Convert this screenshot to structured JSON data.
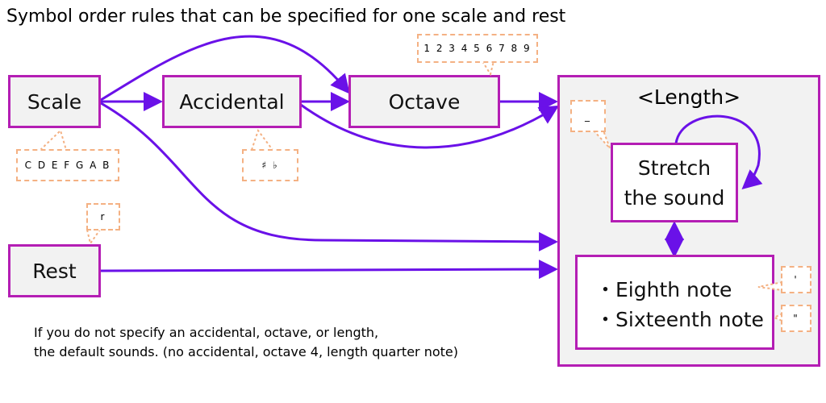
{
  "title": "Symbol order rules that can be specified for one scale and rest",
  "nodes": {
    "scale": "Scale",
    "accidental": "Accidental",
    "octave": "Octave",
    "rest": "Rest",
    "length": "<Length>",
    "stretch_line1": "Stretch",
    "stretch_line2": "the sound",
    "eighth": "・Eighth note",
    "sixteenth": "・Sixteenth note"
  },
  "callouts": {
    "octave_digits": "1 2 3 4 5 6 7 8 9",
    "scale_letters": "C D E F G A B",
    "accidental_symbols": "♯ ♭",
    "rest_symbol": "r",
    "stretch_symbol": "_",
    "eighth_symbol": "'",
    "sixteenth_symbol": "\""
  },
  "footnote": {
    "line1": "If you do not specify an accidental, octave, or length,",
    "line2": "the default sounds. (no accidental, octave 4, length quarter note)"
  },
  "colors": {
    "arrow": "#6a11e8",
    "box_border": "#b41eb4",
    "box_fill": "#f2f2f2",
    "callout_border": "#f4b183"
  }
}
